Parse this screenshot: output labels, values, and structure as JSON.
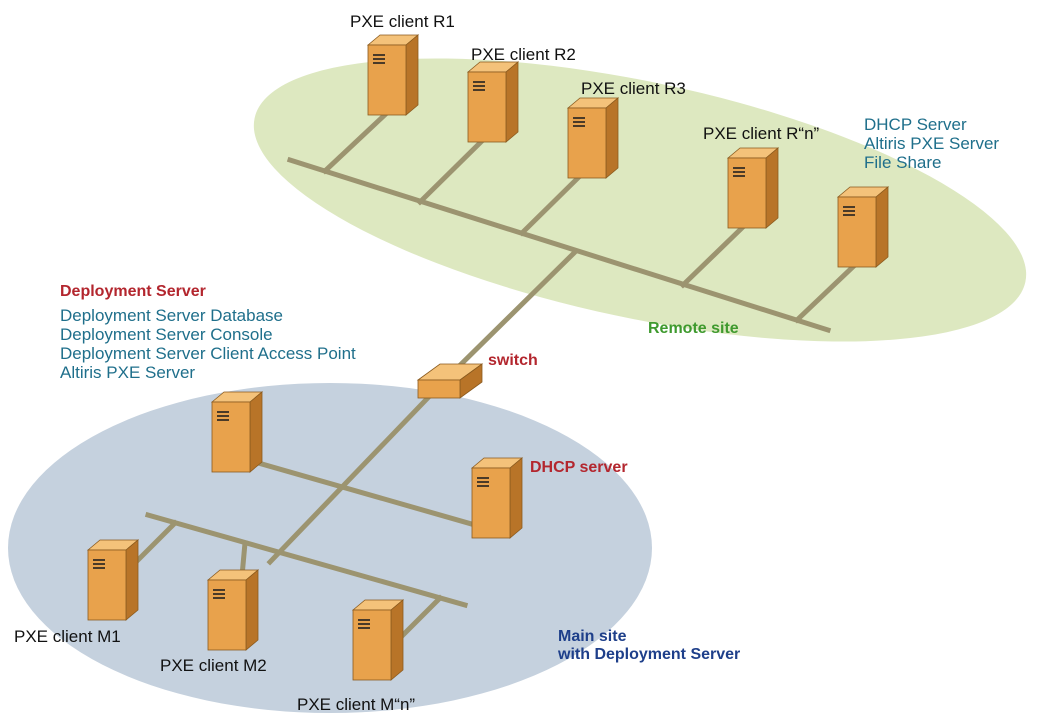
{
  "labels": {
    "pxe_r1": "PXE client R1",
    "pxe_r2": "PXE client R2",
    "pxe_r3": "PXE client R3",
    "pxe_rn": "PXE client R“n”",
    "remote_server_lines": [
      "DHCP Server",
      "Altiris PXE Server",
      "File Share"
    ],
    "deployment_server_title": "Deployment Server",
    "deployment_server_lines": [
      "Deployment Server Database",
      "Deployment Server Console",
      "Deployment Server Client Access Point",
      "Altiris PXE Server"
    ],
    "remote_site": "Remote site",
    "switch": "switch",
    "dhcp_server": "DHCP server",
    "pxe_m1": "PXE client M1",
    "pxe_m2": "PXE client M2",
    "pxe_mn": "PXE client M“n”",
    "main_site_lines": [
      "Main site",
      "with Deployment Server"
    ]
  },
  "colors": {
    "remote_site_fill": "#dde8c0",
    "main_site_fill": "#c5d1de",
    "cable": "#9c9470",
    "tower_front": "#e8a24c",
    "tower_side": "#b87428",
    "tower_top": "#f4c27a",
    "text_blue": "#1f6f8b",
    "text_red": "#b3262e",
    "text_green": "#3f9a2e",
    "text_navy": "#1e3f8a"
  },
  "icons": [
    "server-tower-icon",
    "network-switch-icon"
  ]
}
